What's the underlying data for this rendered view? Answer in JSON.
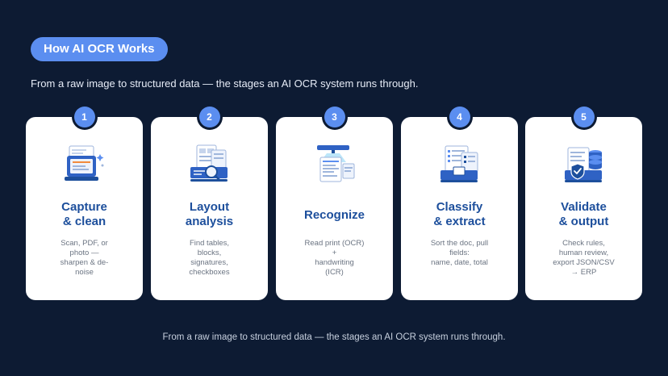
{
  "title": "How AI OCR Works",
  "subtitle": "From a raw image to structured data — the stages an AI OCR system runs through.",
  "footer": "From a raw image to structured data — the stages an AI OCR system runs through.",
  "steps": [
    {
      "number": "1",
      "title_lines": [
        "Capture",
        "& clean"
      ],
      "desc_lines": [
        "Scan, PDF, or",
        "photo —",
        "sharpen & de-",
        "noise"
      ],
      "icon": "scanner-icon"
    },
    {
      "number": "2",
      "title_lines": [
        "Layout",
        "analysis"
      ],
      "desc_lines": [
        "Find tables,",
        "blocks,",
        "signatures,",
        "checkboxes"
      ],
      "icon": "layout-magnifier-icon"
    },
    {
      "number": "3",
      "title_lines": [
        "Recognize",
        ""
      ],
      "desc_lines": [
        "Read print (OCR)",
        "+",
        "handwriting",
        "(ICR)"
      ],
      "icon": "document-scan-icon"
    },
    {
      "number": "4",
      "title_lines": [
        "Classify",
        "& extract"
      ],
      "desc_lines": [
        "Sort the doc, pull",
        "fields:",
        "name, date, total",
        ""
      ],
      "icon": "document-fields-icon"
    },
    {
      "number": "5",
      "title_lines": [
        "Validate",
        "& output"
      ],
      "desc_lines": [
        "Check rules,",
        "human review,",
        "export JSON/CSV",
        "→ ERP"
      ],
      "icon": "shield-database-icon"
    }
  ],
  "colors": {
    "background": "#0d1b33",
    "accent": "#5b8ef0",
    "card_title": "#1d4f9c",
    "card_desc": "#6b7482"
  }
}
